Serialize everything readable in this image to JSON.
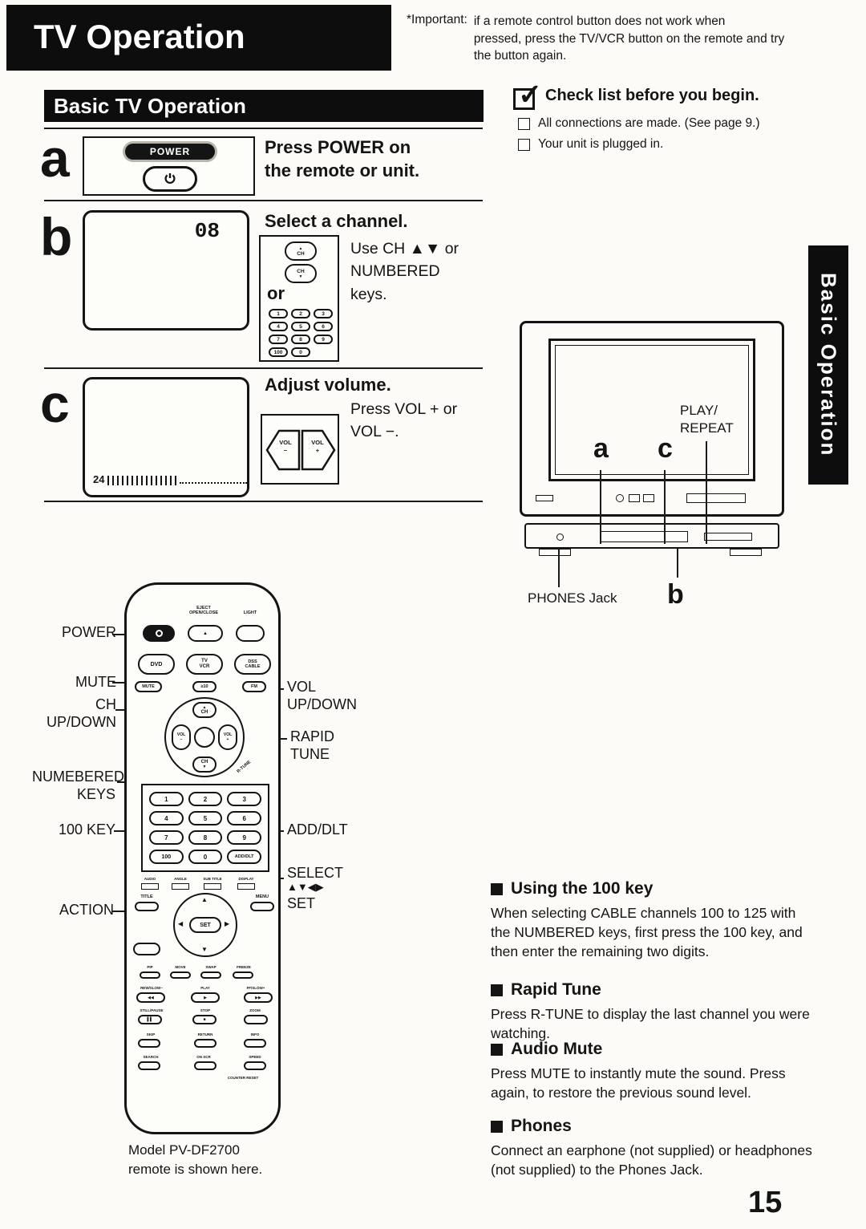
{
  "header": {
    "title": "TV Operation",
    "important_prefix": "*Important:",
    "important_text": "if a remote control button does not work when\npressed, press the TV/VCR button on the remote and try\nthe button again."
  },
  "side_tab": {
    "label": "Basic Operation"
  },
  "page_number": "15",
  "basic_section": {
    "title": "Basic TV Operation",
    "step_a": {
      "letter": "a",
      "power_button_label": "POWER",
      "heading": "Press POWER on\nthe remote or unit."
    },
    "step_b": {
      "letter": "b",
      "heading": "Select a channel.",
      "screen_channel": "08",
      "ch_label": "CH",
      "or_label": "or",
      "keys": [
        "1",
        "2",
        "3",
        "4",
        "5",
        "6",
        "7",
        "8",
        "9",
        "100",
        "0"
      ],
      "body": "Use CH ▲▼ or\nNUMBERED\nkeys."
    },
    "step_c": {
      "letter": "c",
      "heading": "Adjust volume.",
      "screen_volume": "24",
      "body": "Press VOL + or\nVOL −.",
      "vol_minus": "VOL\n−",
      "vol_plus": "VOL\n+"
    }
  },
  "checklist": {
    "heading": "Check list before you begin.",
    "items": [
      {
        "label": "All connections are made. (See page 9.)"
      },
      {
        "label": "Your unit is plugged in."
      }
    ]
  },
  "tv_diagram": {
    "play_repeat": "PLAY/\nREPEAT",
    "callout_a": "a",
    "callout_c": "c",
    "callout_b": "b",
    "phones_jack": "PHONES Jack"
  },
  "remote": {
    "callouts_left": [
      {
        "label": "POWER"
      },
      {
        "label": "MUTE"
      },
      {
        "label": "CH\nUP/DOWN"
      },
      {
        "label": "NUMEBERED\nKEYS"
      },
      {
        "label": "100 KEY"
      },
      {
        "label": "ACTION"
      }
    ],
    "callouts_right": [
      {
        "label": "VOL\nUP/DOWN"
      },
      {
        "label": "RAPID\nTUNE"
      },
      {
        "label": "ADD/DLT"
      },
      {
        "label": "SELECT"
      },
      {
        "label": "▲▼◀▶"
      },
      {
        "label": "SET"
      }
    ],
    "caption": "Model PV-DF2700\nremote is shown here.",
    "buttons": {
      "eject": "EJECT\nOPEN/CLOSE",
      "light": "LIGHT",
      "dvd": "DVD",
      "tv_vcr": "TV\nVCR",
      "dss_cable": "DSS\nCABLE",
      "mute": "MUTE",
      "ten": "≥10",
      "fm": "FM",
      "ch": "CH",
      "vol_minus": "VOL\n−",
      "vol_plus": "VOL\n+",
      "r_tune": "R-TUNE",
      "digits": [
        "1",
        "2",
        "3",
        "4",
        "5",
        "6",
        "7",
        "8",
        "9",
        "100",
        "0",
        "ADD/DLT"
      ],
      "dvd_row": [
        "AUDIO",
        "ANGLE",
        "SUB TITLE",
        "DISPLAY"
      ],
      "title": "TITLE",
      "menu": "MENU",
      "set": "SET",
      "pip_row": [
        "PIP",
        "MOVE",
        "SWAP",
        "FREEZE"
      ],
      "transport_labels": [
        "REW/SLOW−",
        "PLAY",
        "FF/SLOW+"
      ],
      "pause_labels": [
        "STILL/PAUSE",
        "STOP",
        "ZOOM"
      ],
      "skip_labels": [
        "SKIP",
        "RETURN",
        "INFO"
      ],
      "bottom_labels": [
        "SEARCH",
        "ON SCR",
        "SPEED"
      ],
      "counter": "COUNTER RESET"
    }
  },
  "info_sections": [
    {
      "title": "Using the 100 key",
      "body": "When selecting CABLE channels 100 to 125 with the NUMBERED keys, first press the 100 key, and then enter the remaining two digits."
    },
    {
      "title": "Rapid Tune",
      "body": "Press R-TUNE to display the last channel you were watching."
    },
    {
      "title": "Audio Mute",
      "body": "Press MUTE to instantly mute the sound. Press again, to restore the previous sound level."
    },
    {
      "title": "Phones",
      "body": "Connect an earphone (not supplied) or headphones (not supplied) to the Phones Jack."
    }
  ]
}
